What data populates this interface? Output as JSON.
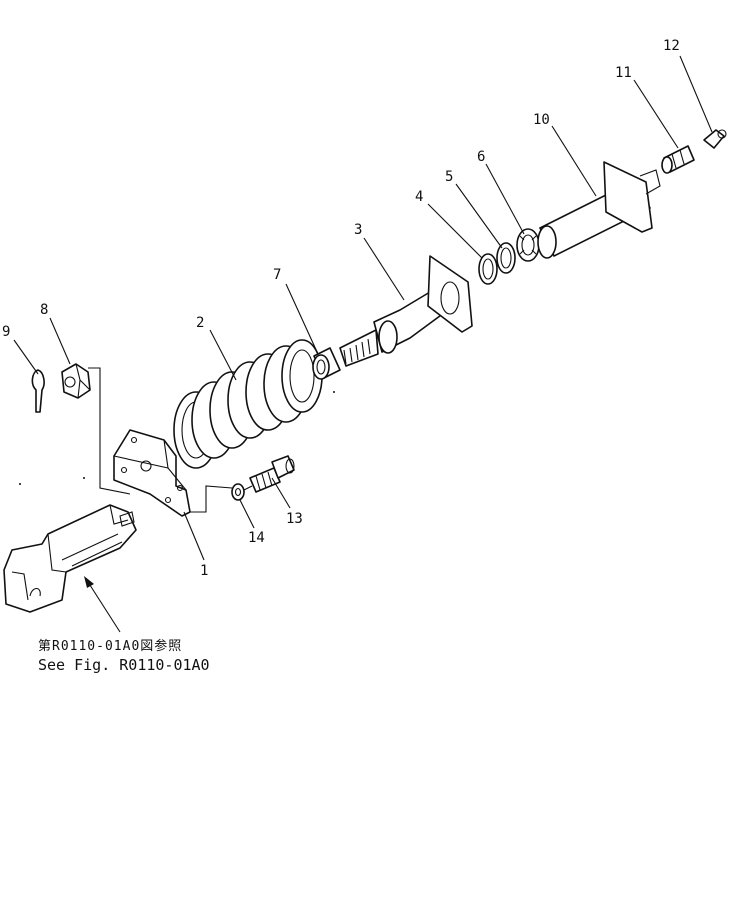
{
  "callouts": [
    {
      "id": "1",
      "label": "1"
    },
    {
      "id": "2",
      "label": "2"
    },
    {
      "id": "3",
      "label": "3"
    },
    {
      "id": "4",
      "label": "4"
    },
    {
      "id": "5",
      "label": "5"
    },
    {
      "id": "6",
      "label": "6"
    },
    {
      "id": "7",
      "label": "7"
    },
    {
      "id": "8",
      "label": "8"
    },
    {
      "id": "9",
      "label": "9"
    },
    {
      "id": "10",
      "label": "10"
    },
    {
      "id": "11",
      "label": "11"
    },
    {
      "id": "12",
      "label": "12"
    },
    {
      "id": "13",
      "label": "13"
    },
    {
      "id": "14",
      "label": "14"
    }
  ],
  "reference": {
    "jp": "第R0110-01A0図参照",
    "en": "See Fig. R0110-01A0"
  }
}
